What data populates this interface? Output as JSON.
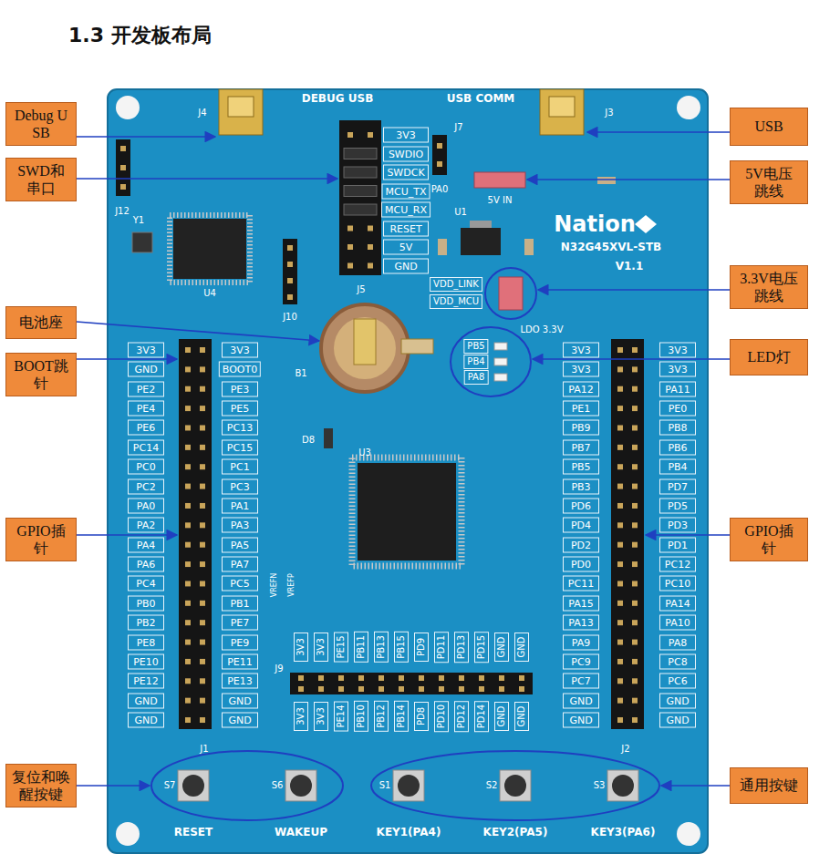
{
  "diagram": {
    "title": "1.3 开发板布局",
    "nodes": [
      {
        "text": [
          "Debug USB"
        ]
      },
      {
        "text": [
          "USB"
        ]
      },
      {
        "text": [
          "SWD和串口"
        ]
      },
      {
        "text": [
          "5V电压跳线"
        ]
      },
      {
        "text": [
          "3.3V电压跳线"
        ]
      },
      {
        "text": [
          "电池座"
        ]
      },
      {
        "text": [
          "LED灯"
        ]
      },
      {
        "text": [
          "BOOT跳针"
        ]
      },
      {
        "text": [
          "GPIO插针"
        ]
      },
      {
        "text": [
          "GPIO插针"
        ]
      },
      {
        "text": [
          "复位和唤醒按键"
        ]
      },
      {
        "text": [
          "通用按键"
        ]
      }
    ],
    "labels": [
      "DEBUG USB",
      "USB COMM",
      "J4",
      "J3",
      "3V3",
      "SWDIO",
      "SWDCK",
      "MCU_TX",
      "MCU_RX",
      "RESET",
      "5V",
      "GND",
      "J5",
      "J12",
      "J10",
      "J7",
      "PA0",
      "5V IN",
      "U4",
      "Y1",
      "U1",
      "Nation",
      "N32G45XVL-STB",
      "V1.1",
      "VDD_LINK",
      "VDD_MCU",
      "LDO 3.3V",
      "B1",
      "PB5",
      "PB4",
      "PA8",
      "U3",
      "D8",
      "VREFN",
      "VREFP",
      "3V3",
      "GND",
      "PE2",
      "PE4",
      "PE6",
      "PC14",
      "PC0",
      "PC2",
      "PA0",
      "PA2",
      "PA4",
      "PA6",
      "PC4",
      "PB0",
      "PB2",
      "PE8",
      "PE10",
      "PE12",
      "GND",
      "GND",
      "3V3",
      "BOOT0",
      "PE3",
      "PE5",
      "PC13",
      "PC15",
      "PC1",
      "PC3",
      "PA1",
      "PA3",
      "PA5",
      "PA7",
      "PC5",
      "PB1",
      "PE7",
      "PE9",
      "PE11",
      "PE13",
      "GND",
      "GND",
      "3V3",
      "3V3",
      "PA12",
      "PE1",
      "PB9",
      "PB7",
      "PB5",
      "PB3",
      "PD6",
      "PD4",
      "PD2",
      "PD0",
      "PC11",
      "PA15",
      "PA13",
      "PA9",
      "PC9",
      "PC7",
      "GND",
      "GND",
      "3V3",
      "3V3",
      "PA11",
      "PE0",
      "PB8",
      "PB6",
      "PB4",
      "PD7",
      "PD5",
      "PD3",
      "PD1",
      "PC12",
      "PC10",
      "PA14",
      "PA10",
      "PA8",
      "PC8",
      "PC6",
      "GND",
      "GND",
      "3V3",
      "3V3",
      "PE15",
      "PB11",
      "PB13",
      "PB15",
      "PD9",
      "PD11",
      "PD13",
      "PD15",
      "GND",
      "GND",
      "3V3",
      "3V3",
      "PE14",
      "PB10",
      "PB12",
      "PB14",
      "PD8",
      "PD10",
      "PD12",
      "PD14",
      "GND",
      "GND",
      "J1",
      "J2",
      "J9",
      "RESET",
      "WAKEUP",
      "KEY1(PA4)",
      "KEY2(PA5)",
      "KEY3(PA6)",
      "S7",
      "S6",
      "S1",
      "S2",
      "S3"
    ]
  }
}
